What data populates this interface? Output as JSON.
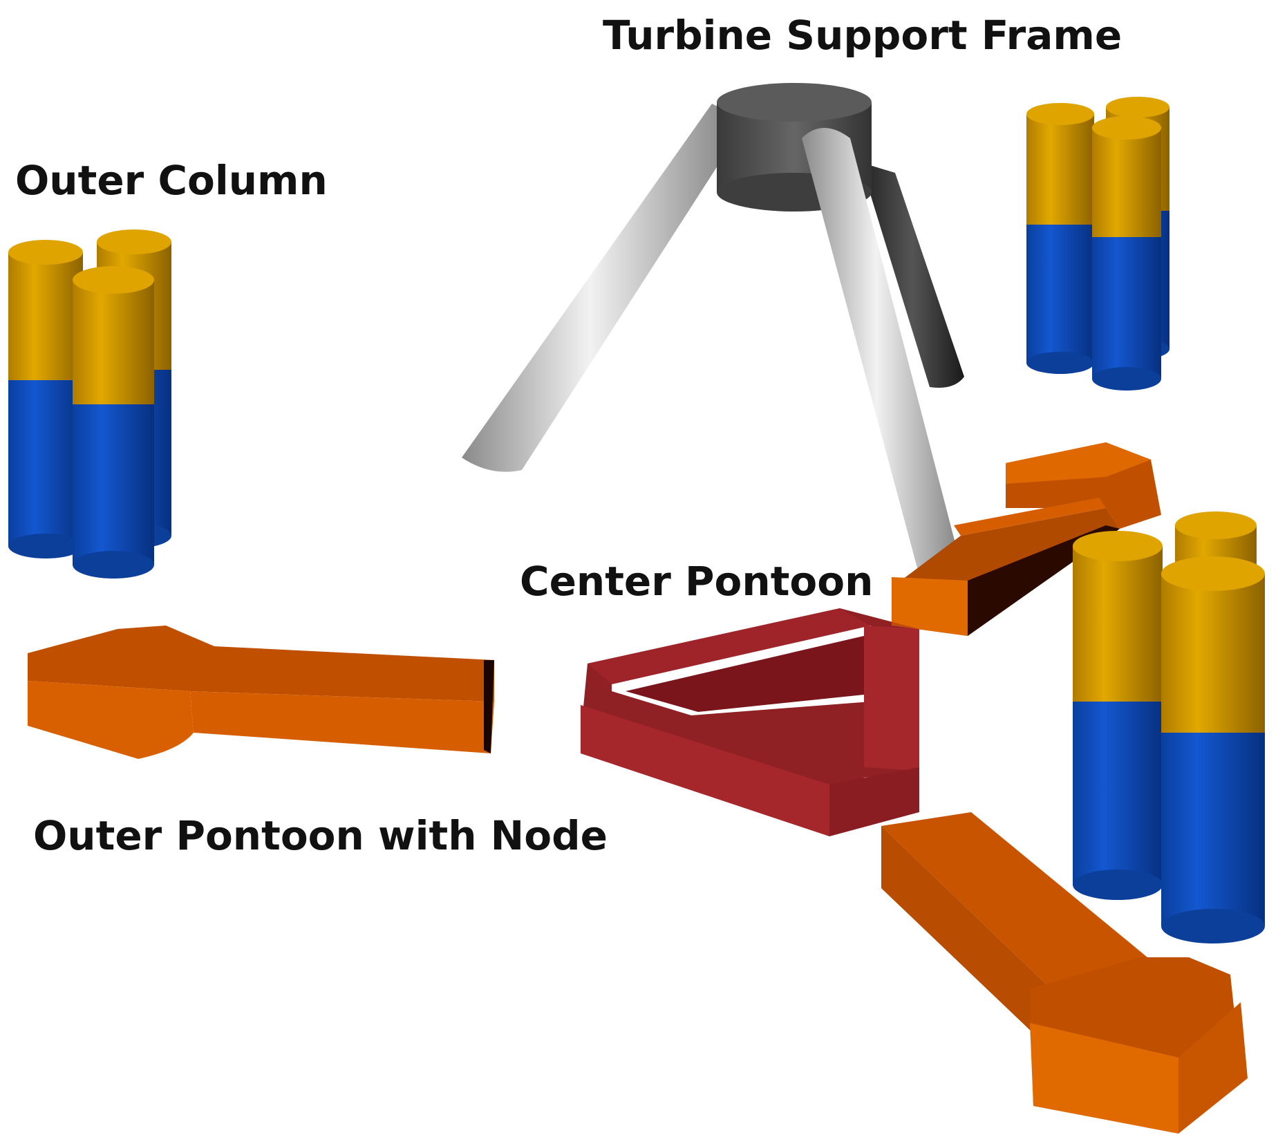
{
  "labels": {
    "turbine_support_frame": "Turbine Support Frame",
    "outer_column": "Outer Column",
    "center_pontoon": "Center Pontoon",
    "outer_pontoon_with_node": "Outer Pontoon with Node"
  },
  "colors": {
    "column_top": "#D49A00",
    "column_bottom": "#0F4FC0",
    "outer_pontoon": "#D05A00",
    "center_pontoon": "#A3262C",
    "support_frame": "#BDBDBD",
    "hub": "#4A4A4A"
  }
}
